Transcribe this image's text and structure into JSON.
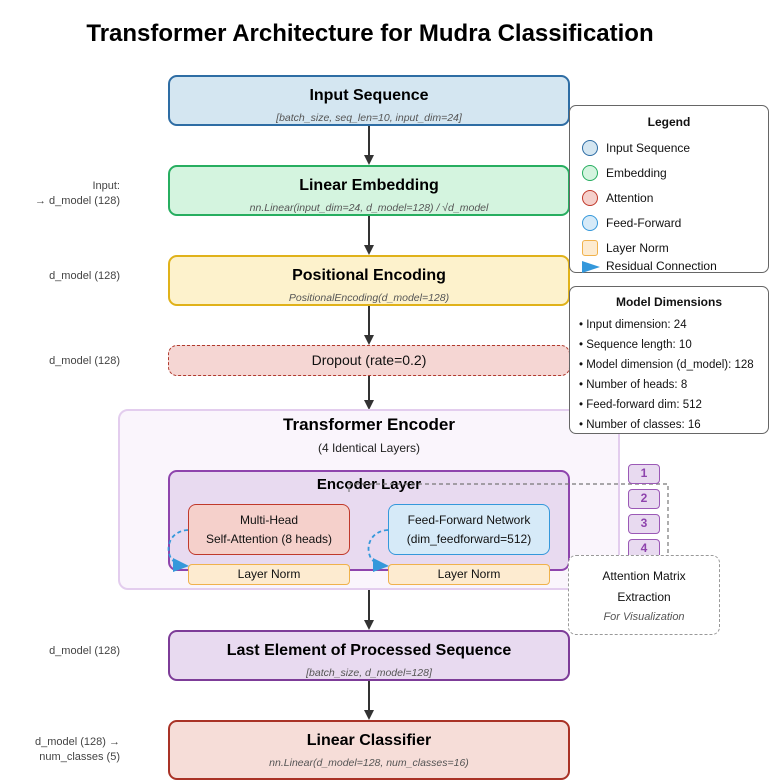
{
  "title": "Transformer Architecture for Mudra Classification",
  "colors": {
    "input": "#d4e6f1",
    "input_border": "#2e6da4",
    "embedding": "#d4f4df",
    "embedding_border": "#27ae60",
    "attention": "#f5d0cb",
    "attention_border": "#c0392b",
    "feedforward": "#d6eaf8",
    "feedforward_border": "#3498db",
    "layernorm": "#fdebd0",
    "layernorm_border": "#f0b24c",
    "positional": "#fdf2cc",
    "positional_border": "#e0b21a",
    "encoder": "#e8daf0",
    "encoder_border": "#8e44ad",
    "classifier": "#f6ddd8",
    "classifier_border": "#a93226"
  },
  "nodes": {
    "input": {
      "title": "Input Sequence",
      "subtitle": "[batch_size, seq_len=10, input_dim=24]"
    },
    "embedding": {
      "title": "Linear Embedding",
      "subtitle": "nn.Linear(input_dim=24, d_model=128) / √d_model"
    },
    "positional": {
      "title": "Positional Encoding",
      "subtitle": "PositionalEncoding(d_model=128)"
    },
    "dropout": {
      "title": "Dropout (rate=0.2)"
    },
    "encoder": {
      "title": "Transformer Encoder",
      "subtitle": "(4 Identical Layers)",
      "layer_title": "Encoder Layer",
      "attention_line1": "Multi-Head",
      "attention_line2": "Self-Attention (8 heads)",
      "ffn_line1": "Feed-Forward Network",
      "ffn_line2": "(dim_feedforward=512)",
      "layer_norm_left": "Layer Norm",
      "layer_norm_right": "Layer Norm",
      "layer_numbers": [
        "1",
        "2",
        "3",
        "4"
      ]
    },
    "extraction": {
      "line1": "Attention Matrix",
      "line2": "Extraction",
      "note": "For Visualization"
    },
    "last_element": {
      "title": "Last Element of Processed Sequence",
      "subtitle": "[batch_size, d_model=128]"
    },
    "classifier": {
      "title": "Linear Classifier",
      "subtitle": "nn.Linear(d_model=128, num_classes=16)"
    }
  },
  "side_labels": {
    "embedding_line1": "Input:",
    "embedding_line2": "→ d_model (128)",
    "positional": "d_model (128)",
    "dropout": "d_model (128)",
    "last_element": "d_model (128)",
    "classifier_line1": "d_model (128) →",
    "classifier_line2": "num_classes (5)"
  },
  "legend": {
    "title": "Legend",
    "items": [
      {
        "label": "Input Sequence",
        "shape": "circle",
        "fill": "#d4e6f1",
        "stroke": "#2e6da4"
      },
      {
        "label": "Embedding",
        "shape": "circle",
        "fill": "#d4f4df",
        "stroke": "#27ae60"
      },
      {
        "label": "Attention",
        "shape": "circle",
        "fill": "#f5d0cb",
        "stroke": "#c0392b"
      },
      {
        "label": "Feed-Forward",
        "shape": "circle",
        "fill": "#d6eaf8",
        "stroke": "#3498db"
      },
      {
        "label": "Layer Norm",
        "shape": "square",
        "fill": "#fdebd0",
        "stroke": "#f0b24c"
      },
      {
        "label": "Residual Connection",
        "shape": "arrow",
        "fill": "#3498db",
        "stroke": "#3498db"
      }
    ]
  },
  "dimensions": {
    "title": "Model Dimensions",
    "items": [
      "• Input dimension: 24",
      "• Sequence length: 10",
      "• Model dimension (d_model): 128",
      "• Number of heads: 8",
      "• Feed-forward dim: 512",
      "• Number of classes: 16"
    ]
  }
}
